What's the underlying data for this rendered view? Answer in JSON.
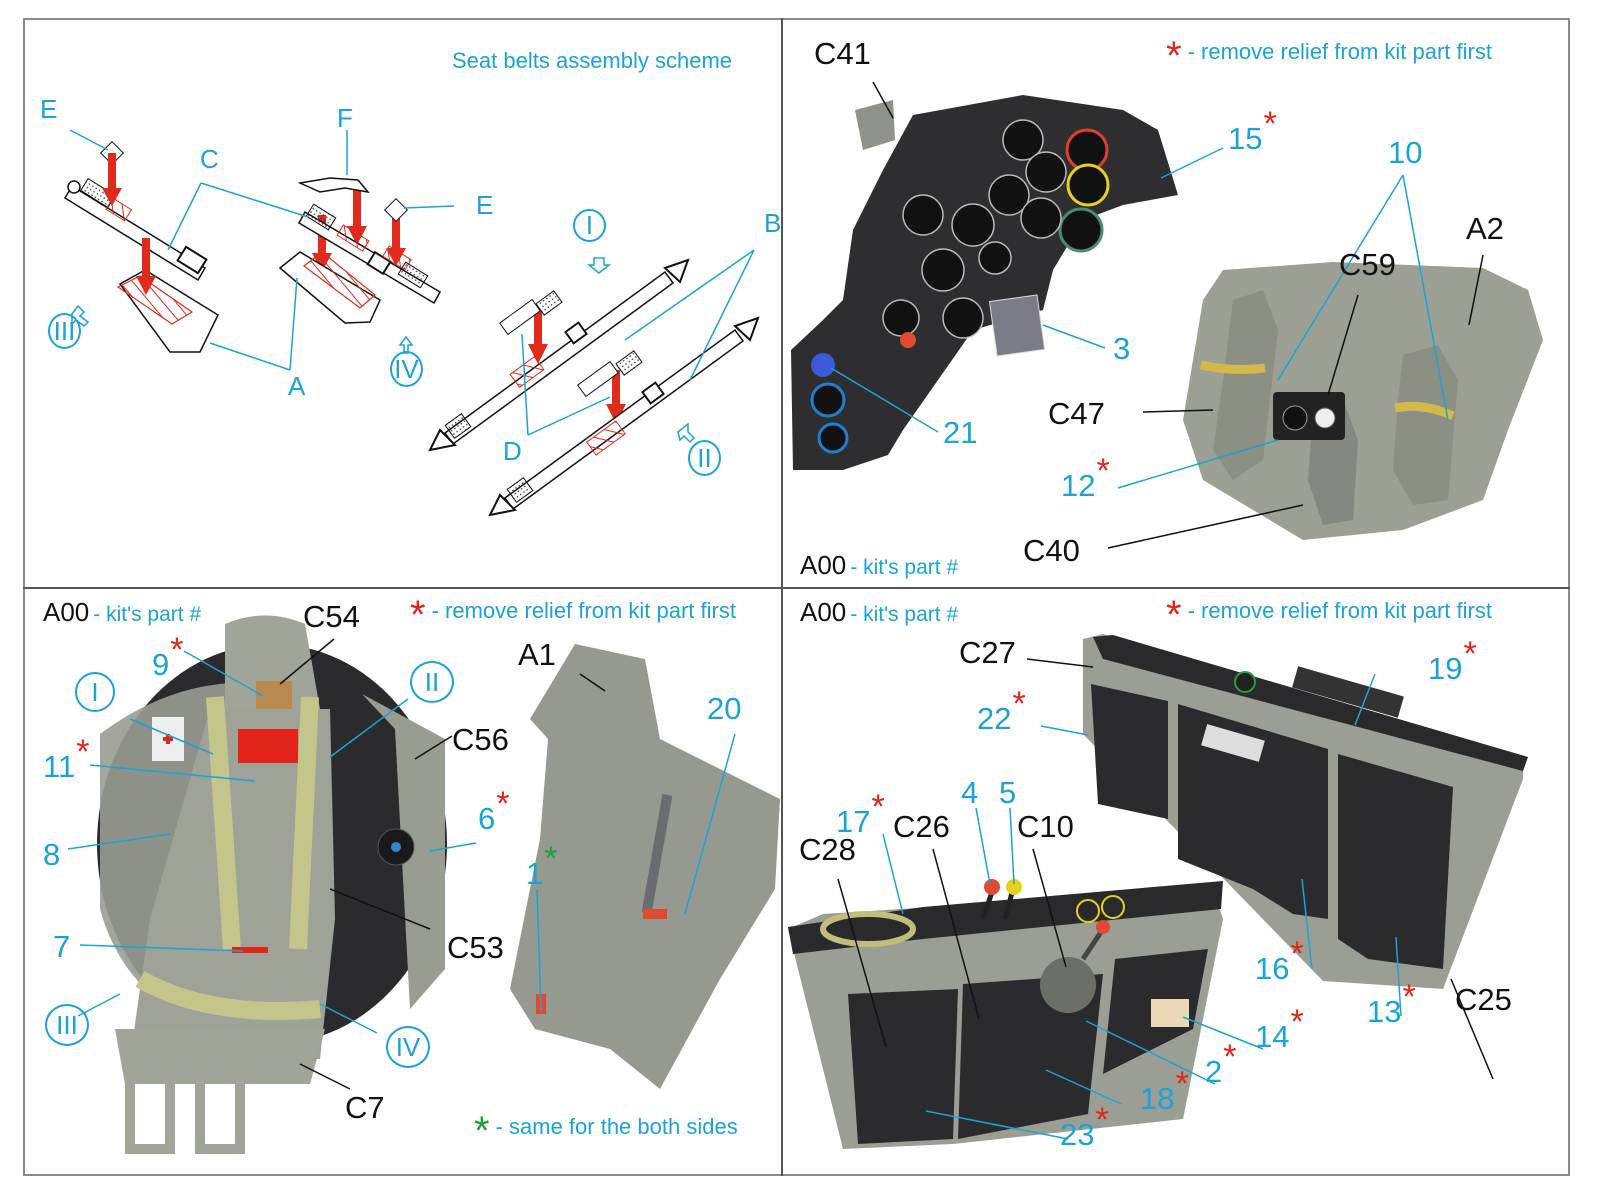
{
  "legends": {
    "remove_relief": "- remove relief from kit part first",
    "kits_part": "- kit's part #",
    "kits_part_example": "A00",
    "same_both_sides": "- same for the both sides",
    "star_symbol": "*"
  },
  "colors": {
    "photo_etch_label": "#1ba3d6",
    "kit_label": "#111111",
    "remove_relief_star": "#e3241b",
    "both_sides_star": "#1e9e3c",
    "frame": "#8a8a8a",
    "resin_gray": "#9a9d90",
    "panel_black": "#2b2b2d",
    "belt_red": "#e02a1c"
  },
  "q1": {
    "title": "Seat belts assembly scheme",
    "letters": [
      "E",
      "F",
      "C",
      "E",
      "B",
      "A",
      "D"
    ],
    "romans": [
      "I",
      "II",
      "III",
      "IV"
    ]
  },
  "q2": {
    "kit_labels": [
      "C41",
      "A2",
      "C59",
      "C47",
      "C40"
    ],
    "pe_labels": [
      {
        "num": "15",
        "star": true
      },
      {
        "num": "10",
        "star": false
      },
      {
        "num": "3",
        "star": false
      },
      {
        "num": "21",
        "star": false
      },
      {
        "num": "12",
        "star": true
      }
    ]
  },
  "q3": {
    "kit_labels": [
      "C54",
      "C56",
      "C53",
      "C7",
      "A1"
    ],
    "pe_labels": [
      {
        "num": "9",
        "star": true
      },
      {
        "num": "11",
        "star": true
      },
      {
        "num": "8",
        "star": false
      },
      {
        "num": "6",
        "star": true
      },
      {
        "num": "7",
        "star": false
      },
      {
        "num": "20",
        "star": false
      },
      {
        "num": "1",
        "green_star": true
      }
    ],
    "romans": [
      "I",
      "II",
      "III",
      "IV"
    ]
  },
  "q4": {
    "kit_labels": [
      "C27",
      "C28",
      "C26",
      "C10",
      "C25"
    ],
    "pe_labels": [
      {
        "num": "19",
        "star": true
      },
      {
        "num": "22",
        "star": true
      },
      {
        "num": "17",
        "star": true
      },
      {
        "num": "4",
        "star": false
      },
      {
        "num": "5",
        "star": false
      },
      {
        "num": "16",
        "star": true
      },
      {
        "num": "13",
        "star": true
      },
      {
        "num": "14",
        "star": true
      },
      {
        "num": "2",
        "star": true
      },
      {
        "num": "18",
        "star": true
      },
      {
        "num": "23",
        "star": true
      }
    ]
  }
}
